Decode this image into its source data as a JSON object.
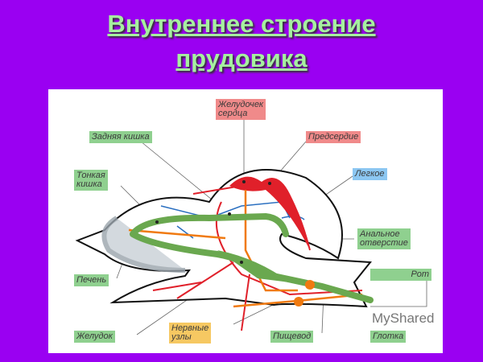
{
  "title": {
    "line1": "Внутреннее  строение",
    "line2": "прудовика"
  },
  "labels": {
    "ventricle": "Желудочек\nсердца",
    "hindgut": "Задняя кишка",
    "atrium": "Предсердие",
    "small_intestine": "Тонкая\nкишка",
    "lung": "Легкое",
    "anus": "Анальное\nотверстие",
    "liver": "Печень",
    "mouth": "Рот",
    "stomach": "Желудок",
    "ganglia": "Нервные\nузлы",
    "esophagus": "Пищевод",
    "pharynx": "Глотка"
  },
  "watermark": "MyShared",
  "colors": {
    "background": "#9a00f2",
    "title": "#a6f0a0",
    "digestive": "#6aa84f",
    "blood": "#e0202a",
    "nerves": "#f07a10",
    "lung": "#2a6fc0"
  }
}
